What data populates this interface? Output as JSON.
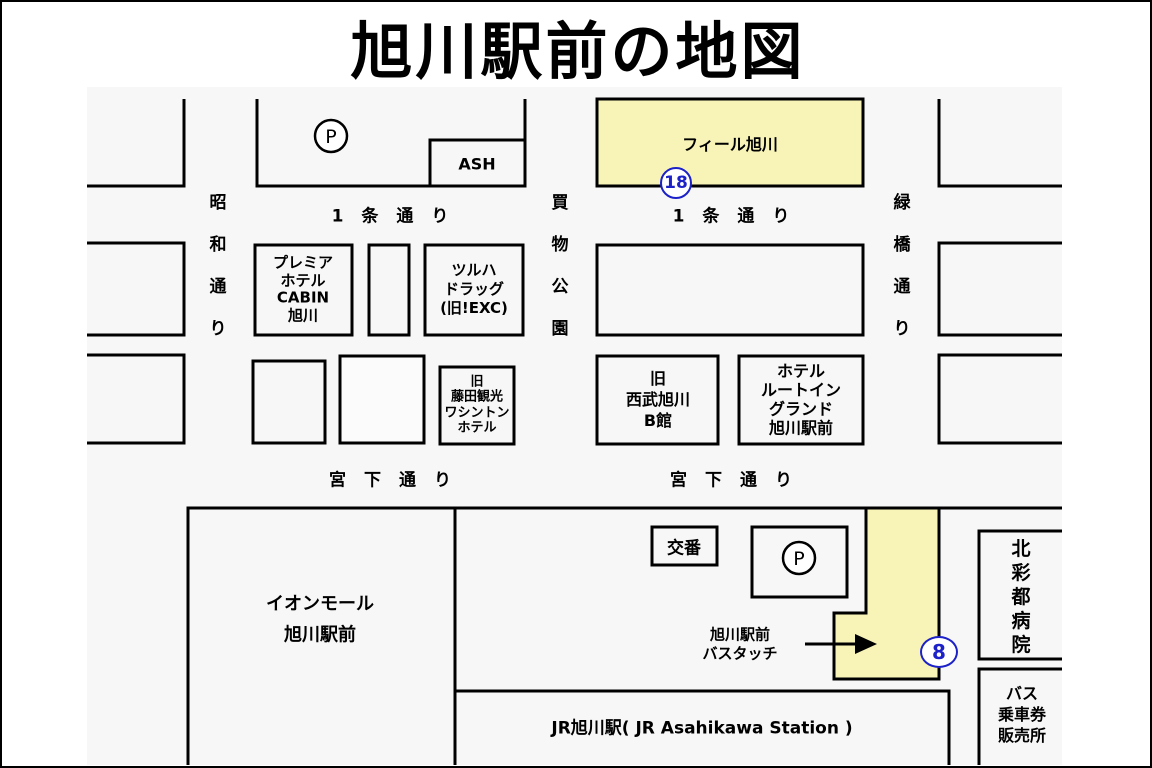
{
  "title": "旭川駅前の地図",
  "map": {
    "highlight_color": "#f8f4b8",
    "route_color": "#1c22c8",
    "roads": {
      "jo1_left": [
        "1",
        "条",
        "通",
        "り"
      ],
      "jo1_right": [
        "1",
        "条",
        "通",
        "り"
      ],
      "miyashita_left": [
        "宮",
        "下",
        "通",
        "り"
      ],
      "miyashita_right": [
        "宮",
        "下",
        "通",
        "り"
      ],
      "showa": [
        "昭",
        "和",
        "通",
        "り"
      ],
      "kaimono": [
        "買",
        "物",
        "公",
        "園"
      ],
      "midoribashi": [
        "緑",
        "橋",
        "通",
        "り"
      ]
    },
    "places": {
      "parking_top": "P",
      "ash": "ASH",
      "feel": "フィール旭川",
      "premier": [
        "プレミア",
        "ホテル",
        "CABIN",
        "旭川"
      ],
      "tsuruha": [
        "ツルハ",
        "ドラッグ",
        "(旧!EXC)"
      ],
      "fujita": [
        "旧",
        "藤田観光",
        "ワシントン",
        "ホテル"
      ],
      "seibu": [
        "旧",
        "西武旭川",
        "B館"
      ],
      "route_inn": [
        "ホテル",
        "ルートイン",
        "グランド",
        "旭川駅前"
      ],
      "koban": "交番",
      "parking_bottom": "P",
      "aeon": [
        "イオンモール",
        "旭川駅前"
      ],
      "bus_touch": [
        "旭川駅前",
        "バスタッチ"
      ],
      "hospital": [
        "北",
        "彩",
        "都",
        "病",
        "院"
      ],
      "ticket": [
        "バス",
        "乗車券",
        "販売所"
      ],
      "jr_station": "JR旭川駅( JR Asahikawa Station )"
    },
    "route_badges": [
      "18",
      "8"
    ]
  }
}
